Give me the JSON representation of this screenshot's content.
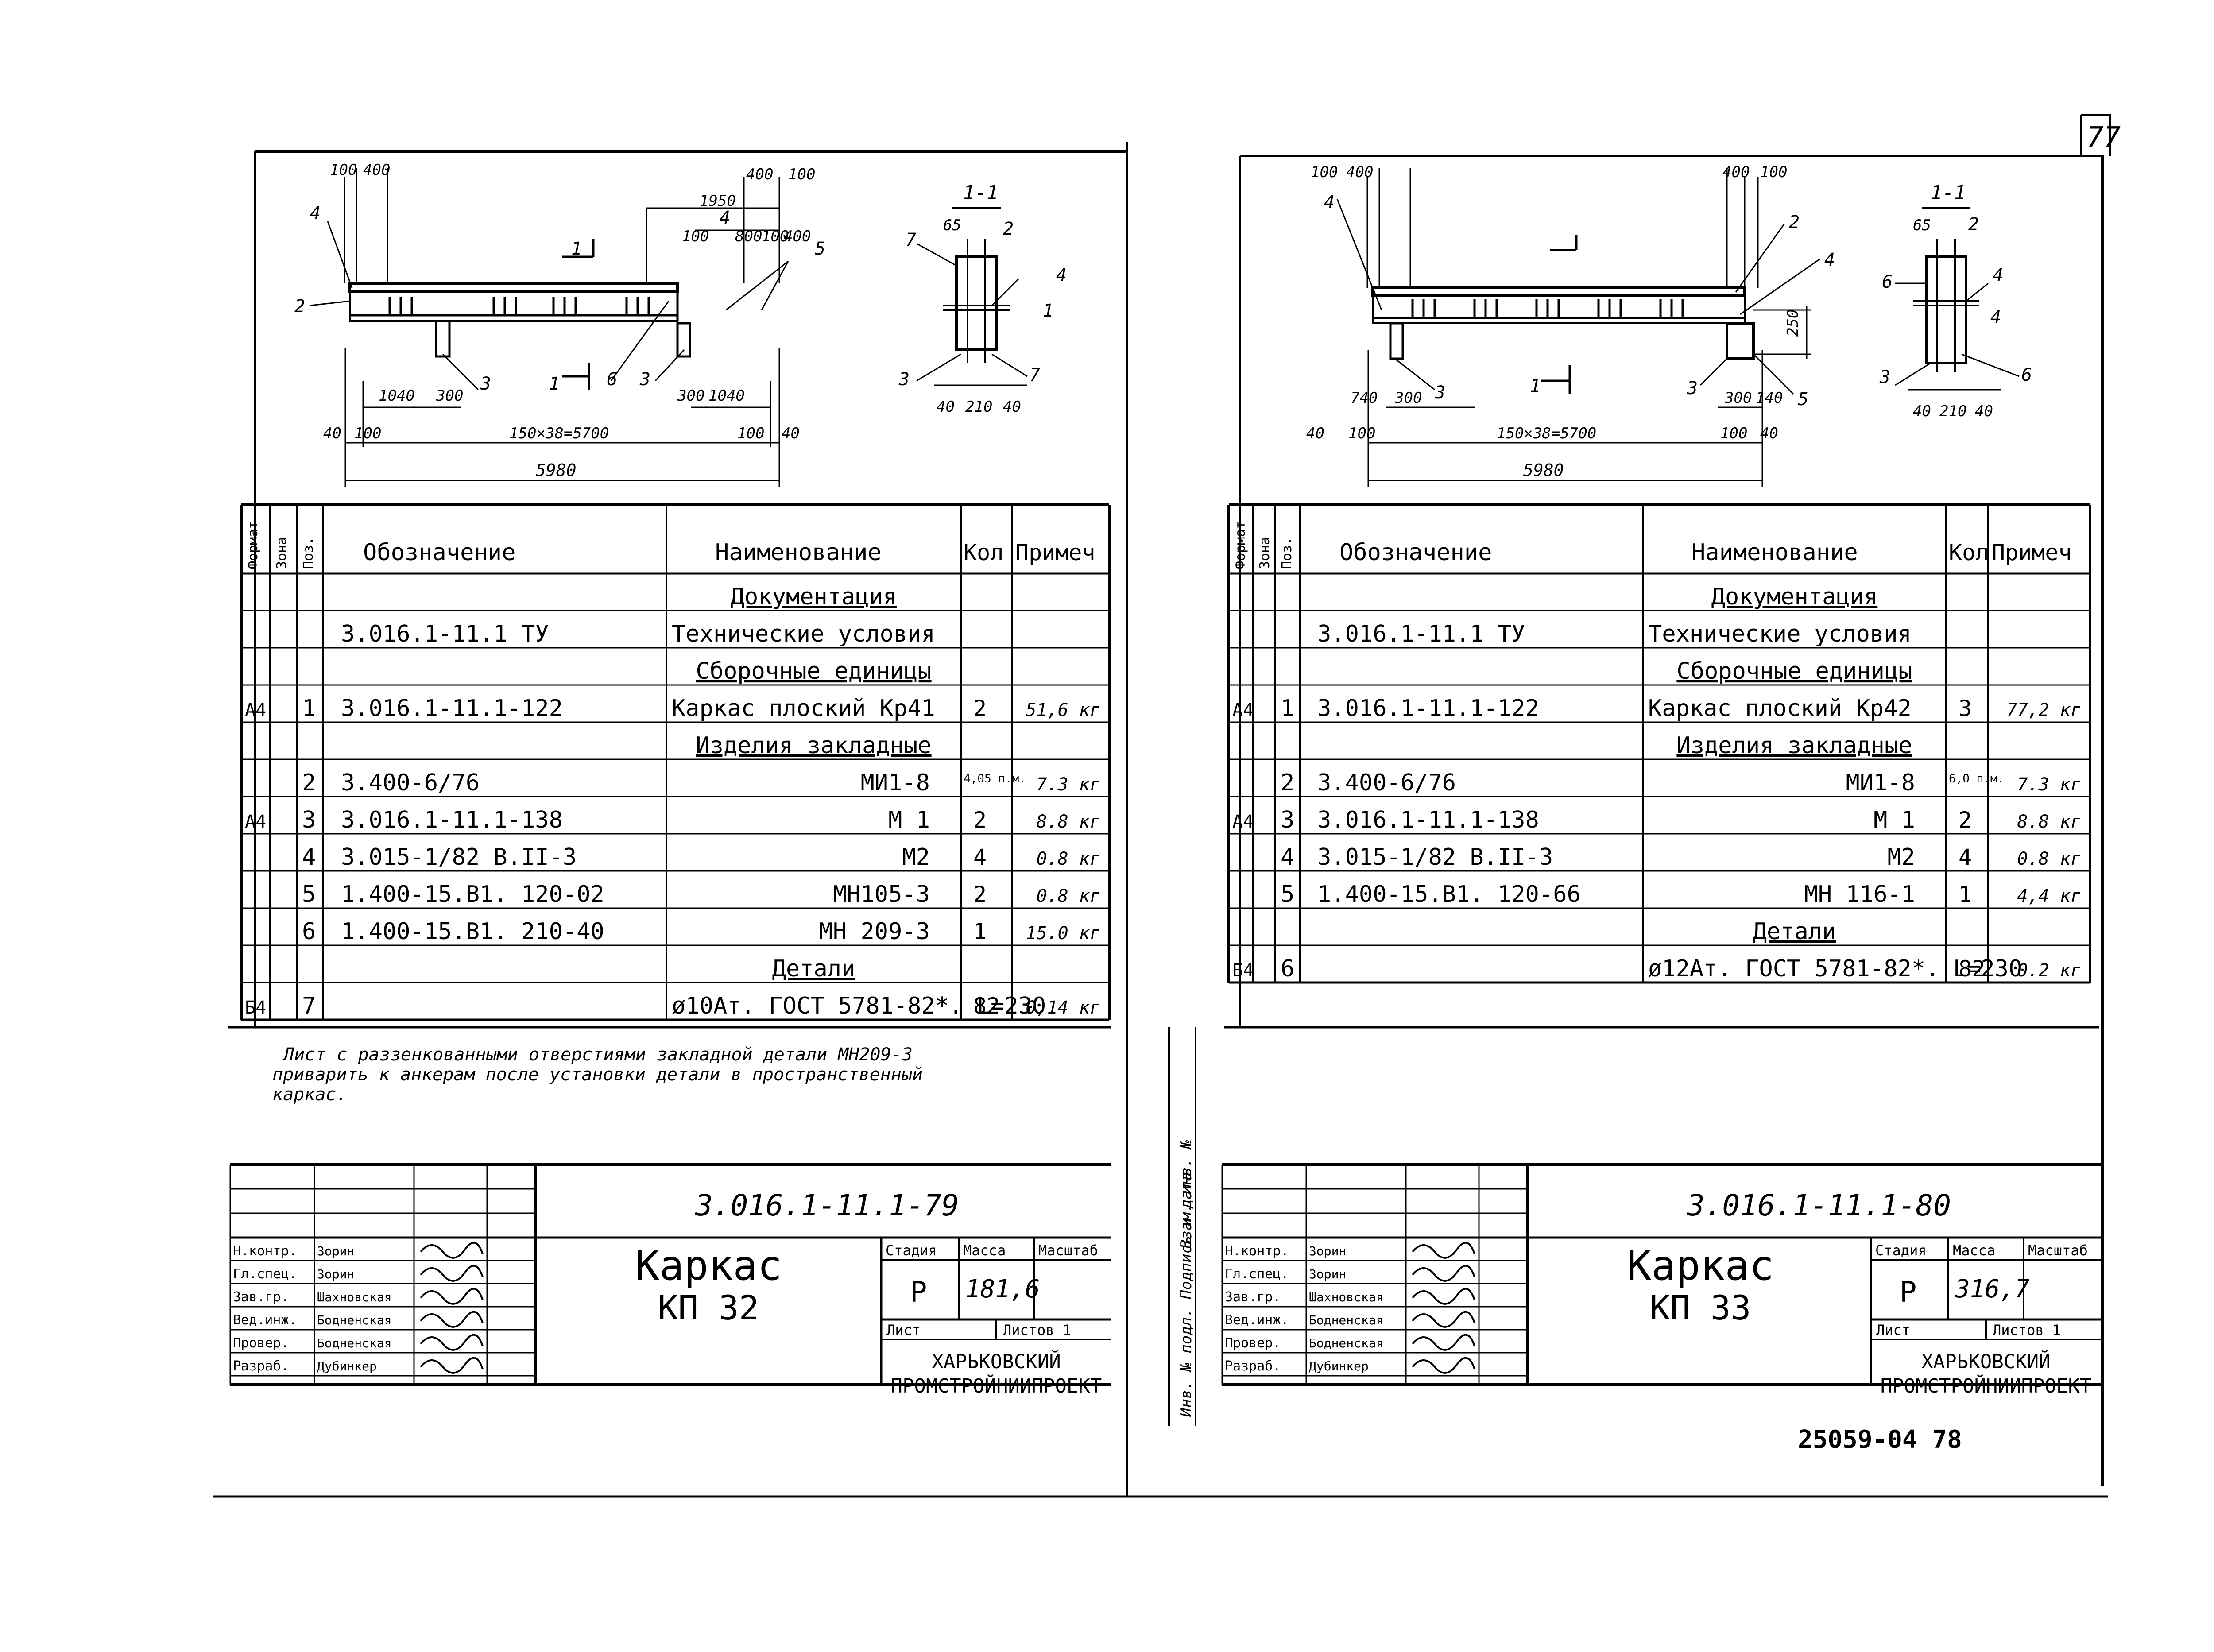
{
  "corner_page_number": "77",
  "bottom_code": "25059-04  78",
  "margin_label_upper": "Взам. инв. №",
  "margin_label_lower": "Инв. № подл. Подпись и дата",
  "columns": {
    "format": "Формат",
    "zone": "Зона",
    "pos": "Поз.",
    "designation": "Обозначение",
    "name": "Наименование",
    "qty": "Кол",
    "note": "Примеч"
  },
  "roles": [
    "Н.контр.",
    "Гл.спец.",
    "Зав.гр.",
    "Вед.инж.",
    "Провер.",
    "Разраб."
  ],
  "surnames": [
    "Зорин",
    "Зорин",
    "Шахновская",
    "Бодненская",
    "Бодненская",
    "Дубинкер"
  ],
  "stage_head": "Стадия",
  "mass_head": "Масса",
  "scale_head": "Масштаб",
  "sheet_label": "Лист",
  "sheets_label": "Листов 1",
  "org_line1": "ХАРЬКОВСКИЙ",
  "org_line2": "ПРОМСТРОЙНИИПРОЕКТ",
  "left": {
    "drawing": {
      "top_dims": [
        "100",
        "400",
        "400",
        "100",
        "1950",
        "100",
        "800",
        "100",
        "400"
      ],
      "bottom_dims": [
        "40",
        "100",
        "150×38=5700",
        "100",
        "40"
      ],
      "inner_dims": [
        "1040",
        "300",
        "300",
        "1040"
      ],
      "overall": "5980",
      "callouts": [
        "4",
        "2",
        "1",
        "3",
        "6",
        "3",
        "4",
        "5"
      ],
      "section_mark": "1",
      "section": {
        "title": "1-1",
        "dims": [
          "65",
          "40",
          "210",
          "40"
        ],
        "callouts": [
          "7",
          "2",
          "4",
          "1",
          "3",
          "7"
        ]
      }
    },
    "rows": [
      {
        "format": "",
        "zone": "",
        "pos": "",
        "designation": "",
        "name": "Документация",
        "qty": "",
        "note": ""
      },
      {
        "format": "",
        "zone": "",
        "pos": "",
        "designation": "3.016.1-11.1 ТУ",
        "name": "Технические условия",
        "qty": "",
        "note": ""
      },
      {
        "format": "",
        "zone": "",
        "pos": "",
        "designation": "",
        "name": "Сборочные единицы",
        "qty": "",
        "note": ""
      },
      {
        "format": "А4",
        "zone": "",
        "pos": "1",
        "designation": "3.016.1-11.1-122",
        "name": "Каркас плоский Кр41",
        "qty": "2",
        "note": "51,6 кг"
      },
      {
        "format": "",
        "zone": "",
        "pos": "",
        "designation": "",
        "name": "Изделия закладные",
        "qty": "",
        "note": ""
      },
      {
        "format": "",
        "zone": "",
        "pos": "2",
        "designation": "3.400-6/76",
        "name": "МИ1-8",
        "qty": "4,05 п.м.",
        "note": "7.3 кг"
      },
      {
        "format": "А4",
        "zone": "",
        "pos": "3",
        "designation": "3.016.1-11.1-138",
        "name": "М 1",
        "qty": "2",
        "note": "8.8 кг"
      },
      {
        "format": "",
        "zone": "",
        "pos": "4",
        "designation": "3.015-1/82  В.II-3",
        "name": "М2",
        "qty": "4",
        "note": "0.8 кг"
      },
      {
        "format": "",
        "zone": "",
        "pos": "5",
        "designation": "1.400-15.В1. 120-02",
        "name": "МН105-3",
        "qty": "2",
        "note": "0.8 кг"
      },
      {
        "format": "",
        "zone": "",
        "pos": "6",
        "designation": "1.400-15.В1. 210-40",
        "name": "МН 209-3",
        "qty": "1",
        "note": "15.0 кг"
      },
      {
        "format": "",
        "zone": "",
        "pos": "",
        "designation": "",
        "name": "Детали",
        "qty": "",
        "note": ""
      },
      {
        "format": "Б4",
        "zone": "",
        "pos": "7",
        "designation": "",
        "name": "ø10Ат. ГОСТ 5781-82*. L=230",
        "qty": "82",
        "note": "0,14 кг"
      }
    ],
    "note_lines": [
      "Лист с раззенкованными отверстиями закладной детали МН209-3",
      "приварить к анкерам после установки детали в пространственный",
      "каркас."
    ],
    "doc_code": "3.016.1-11.1-79",
    "title_line1": "Каркас",
    "title_line2": "КП 32",
    "stage": "Р",
    "mass": "181,6"
  },
  "right": {
    "drawing": {
      "top_dims": [
        "100",
        "400",
        "400",
        "100"
      ],
      "bottom_dims": [
        "40",
        "100",
        "150×38=5700",
        "100",
        "40"
      ],
      "inner_dims": [
        "740",
        "300",
        "300",
        "140"
      ],
      "side_dim": "250",
      "overall": "5980",
      "callouts": [
        "4",
        "2",
        "4",
        "3",
        "3",
        "5"
      ],
      "section_mark": "1",
      "section": {
        "title": "1-1",
        "dims": [
          "65",
          "40",
          "210",
          "40"
        ],
        "callouts": [
          "6",
          "2",
          "4",
          "4",
          "3",
          "6"
        ]
      }
    },
    "rows": [
      {
        "format": "",
        "zone": "",
        "pos": "",
        "designation": "",
        "name": "Документация",
        "qty": "",
        "note": ""
      },
      {
        "format": "",
        "zone": "",
        "pos": "",
        "designation": "3.016.1-11.1 ТУ",
        "name": "Технические условия",
        "qty": "",
        "note": ""
      },
      {
        "format": "",
        "zone": "",
        "pos": "",
        "designation": "",
        "name": "Сборочные единицы",
        "qty": "",
        "note": ""
      },
      {
        "format": "А4",
        "zone": "",
        "pos": "1",
        "designation": "3.016.1-11.1-122",
        "name": "Каркас плоский Кр42",
        "qty": "3",
        "note": "77,2 кг"
      },
      {
        "format": "",
        "zone": "",
        "pos": "",
        "designation": "",
        "name": "Изделия закладные",
        "qty": "",
        "note": ""
      },
      {
        "format": "",
        "zone": "",
        "pos": "2",
        "designation": "3.400-6/76",
        "name": "МИ1-8",
        "qty": "6,0 п.м.",
        "note": "7.3 кг"
      },
      {
        "format": "А4",
        "zone": "",
        "pos": "3",
        "designation": "3.016.1-11.1-138",
        "name": "М 1",
        "qty": "2",
        "note": "8.8 кг"
      },
      {
        "format": "",
        "zone": "",
        "pos": "4",
        "designation": "3.015-1/82  В.II-3",
        "name": "М2",
        "qty": "4",
        "note": "0.8 кг"
      },
      {
        "format": "",
        "zone": "",
        "pos": "5",
        "designation": "1.400-15.В1. 120-66",
        "name": "МН 116-1",
        "qty": "1",
        "note": "4,4 кг"
      },
      {
        "format": "",
        "zone": "",
        "pos": "",
        "designation": "",
        "name": "Детали",
        "qty": "",
        "note": ""
      },
      {
        "format": "Б4",
        "zone": "",
        "pos": "6",
        "designation": "",
        "name": "ø12Ат. ГОСТ 5781-82*. L=230",
        "qty": "82",
        "note": "0.2 кг"
      }
    ],
    "doc_code": "3.016.1-11.1-80",
    "title_line1": "Каркас",
    "title_line2": "КП 33",
    "stage": "Р",
    "mass": "316,7"
  }
}
